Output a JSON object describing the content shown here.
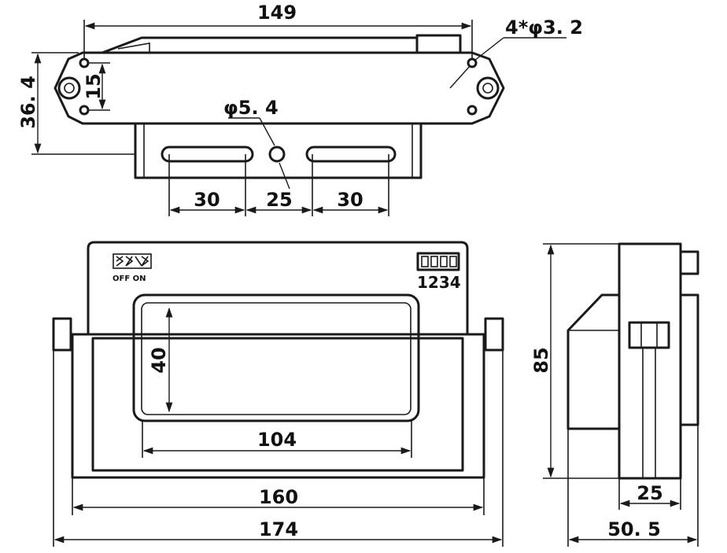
{
  "colors": {
    "line": "#1a1a1a",
    "background": "#ffffff"
  },
  "top_view": {
    "overall_width": "149",
    "height": "36. 4",
    "hole_spacing": "15",
    "mounting_holes": "4*φ3. 2",
    "center_hole": "φ5. 4",
    "slot_left": "30",
    "slot_gap": "25",
    "slot_right": "30"
  },
  "front_view": {
    "switch_label": "OFF ON",
    "switch_numbers": "1234",
    "window_height": "40",
    "window_width": "104",
    "inner_width": "160",
    "overall_width": "174"
  },
  "side_view": {
    "height": "85",
    "depth_inner": "25",
    "depth_overall": "50. 5"
  }
}
